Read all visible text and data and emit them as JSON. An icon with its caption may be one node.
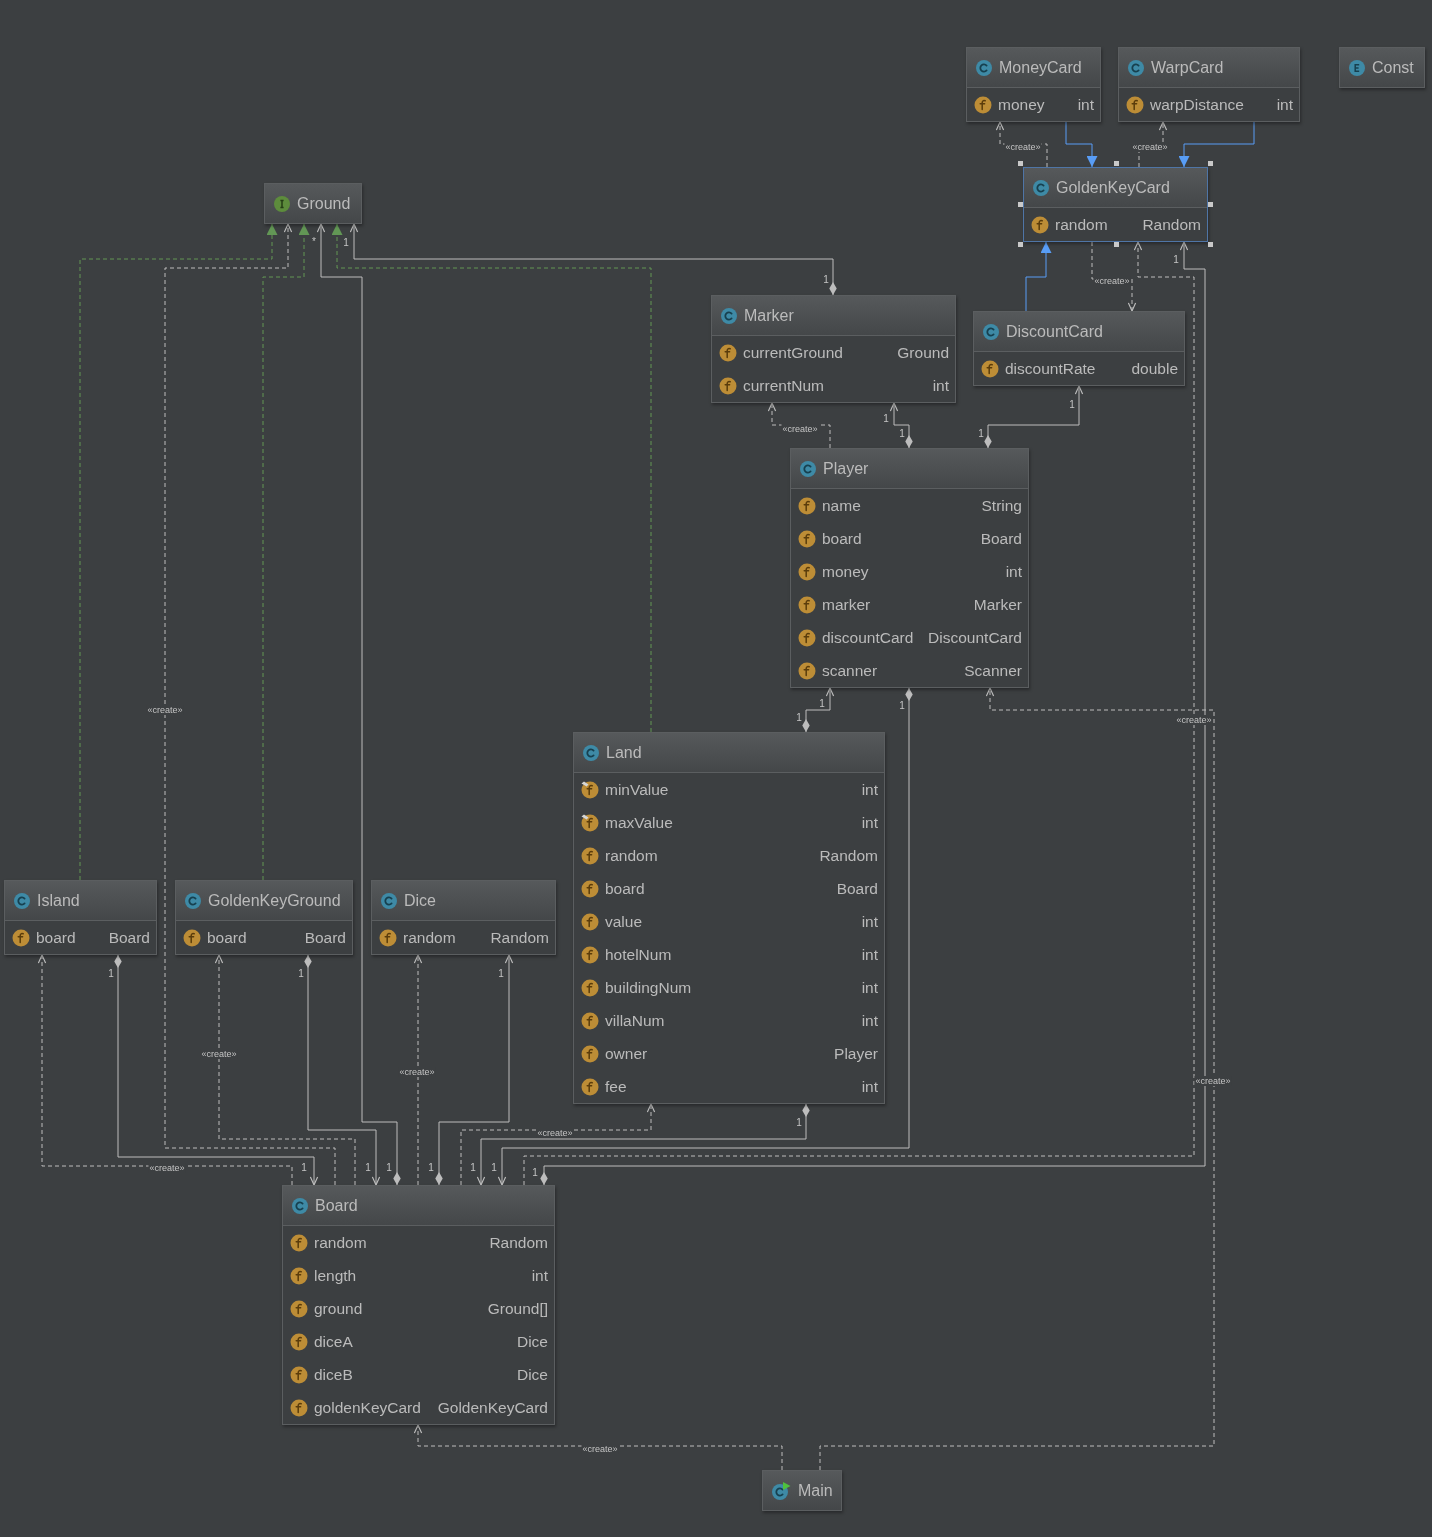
{
  "diagram": {
    "nodes": [
      {
        "text": [
          "MoneyCard",
          "money",
          "int"
        ]
      },
      {
        "text": [
          "WarpCard",
          "warpDistance",
          "int"
        ]
      },
      {
        "text": [
          "Const"
        ]
      },
      {
        "text": [
          "GoldenKeyCard",
          "random",
          "Random"
        ]
      },
      {
        "text": [
          "Ground"
        ]
      },
      {
        "text": [
          "Marker",
          "currentGround",
          "Ground",
          "currentNum",
          "int"
        ]
      },
      {
        "text": [
          "DiscountCard",
          "discountRate",
          "double"
        ]
      },
      {
        "text": [
          "Player",
          "name",
          "String",
          "board",
          "Board",
          "money",
          "int",
          "marker",
          "Marker",
          "discountCard",
          "DiscountCard",
          "scanner",
          "Scanner"
        ]
      },
      {
        "text": [
          "Land",
          "minValue",
          "int",
          "maxValue",
          "int",
          "random",
          "Random",
          "board",
          "Board",
          "value",
          "int",
          "hotelNum",
          "int",
          "buildingNum",
          "int",
          "villaNum",
          "int",
          "owner",
          "Player",
          "fee",
          "int"
        ]
      },
      {
        "text": [
          "Island",
          "board",
          "Board"
        ]
      },
      {
        "text": [
          "GoldenKeyGround",
          "board",
          "Board"
        ]
      },
      {
        "text": [
          "Dice",
          "random",
          "Random"
        ]
      },
      {
        "text": [
          "Board",
          "random",
          "Random",
          "length",
          "int",
          "ground",
          "Ground[]",
          "diceA",
          "Dice",
          "diceB",
          "Dice",
          "goldenKeyCard",
          "GoldenKeyCard"
        ]
      },
      {
        "text": [
          "Main"
        ]
      }
    ],
    "edges": [
      {
        "from": 3,
        "to": 0,
        "arrow": "to",
        "style": "dashed",
        "label": "«create»"
      },
      {
        "from": 0,
        "to": 3,
        "arrow": "to",
        "color": "#589df6"
      },
      {
        "from": 3,
        "to": 1,
        "arrow": "to",
        "style": "dashed",
        "label": "«create»"
      },
      {
        "from": 1,
        "to": 3,
        "arrow": "to",
        "color": "#589df6"
      },
      {
        "from": 9,
        "to": 4,
        "arrow": "to",
        "style": "dashed",
        "color": "#629755"
      },
      {
        "from": 12,
        "to": 4,
        "arrow": "to",
        "style": "dashed",
        "label": "«create»"
      },
      {
        "from": 10,
        "to": 4,
        "arrow": "to",
        "style": "dashed",
        "color": "#629755"
      },
      {
        "from": 12,
        "to": 4,
        "arrow": "to"
      },
      {
        "from": 8,
        "to": 4,
        "arrow": "to",
        "style": "dashed",
        "color": "#629755"
      },
      {
        "from": 5,
        "to": 4,
        "arrow": "to"
      },
      {
        "from": 6,
        "to": 3,
        "arrow": "to",
        "color": "#589df6"
      },
      {
        "from": 3,
        "to": 6,
        "arrow": "to",
        "style": "dashed",
        "label": "«create»"
      },
      {
        "from": 12,
        "to": 3,
        "arrow": "to",
        "style": "dashed",
        "label": "«create»"
      },
      {
        "from": 12,
        "to": 3,
        "arrow": "to"
      },
      {
        "from": 7,
        "to": 5,
        "arrow": "to",
        "style": "dashed",
        "label": "«create»"
      },
      {
        "from": 7,
        "to": 5,
        "arrow": "to"
      },
      {
        "from": 7,
        "to": 6,
        "arrow": "to"
      },
      {
        "from": 8,
        "to": 7,
        "arrow": "to"
      },
      {
        "from": 13,
        "to": 7,
        "arrow": "to",
        "style": "dashed",
        "label": "«create»"
      },
      {
        "from": 7,
        "to": 12,
        "arrow": "to"
      },
      {
        "from": 8,
        "to": 12,
        "arrow": "to"
      },
      {
        "from": 12,
        "to": 8,
        "arrow": "to",
        "style": "dashed",
        "label": "«create»"
      },
      {
        "from": 12,
        "to": 9,
        "arrow": "to",
        "style": "dashed",
        "label": "«create»"
      },
      {
        "from": 9,
        "to": 12,
        "arrow": "to"
      },
      {
        "from": 12,
        "to": 10,
        "arrow": "to",
        "style": "dashed",
        "label": "«create»"
      },
      {
        "from": 10,
        "to": 12,
        "arrow": "to"
      },
      {
        "from": 12,
        "to": 11,
        "arrow": "to",
        "style": "dashed",
        "label": "«create»"
      },
      {
        "from": 12,
        "to": 11,
        "arrow": "to"
      },
      {
        "from": 13,
        "to": 12,
        "arrow": "to",
        "style": "dashed",
        "label": "«create»"
      }
    ],
    "labels": [
      "*",
      "1",
      "1",
      "1",
      "1",
      "1",
      "1",
      "1",
      "1",
      "1",
      "1",
      "1",
      "1",
      "1",
      "1",
      "1",
      "1",
      "1",
      "1",
      "1",
      "1",
      "1"
    ]
  }
}
